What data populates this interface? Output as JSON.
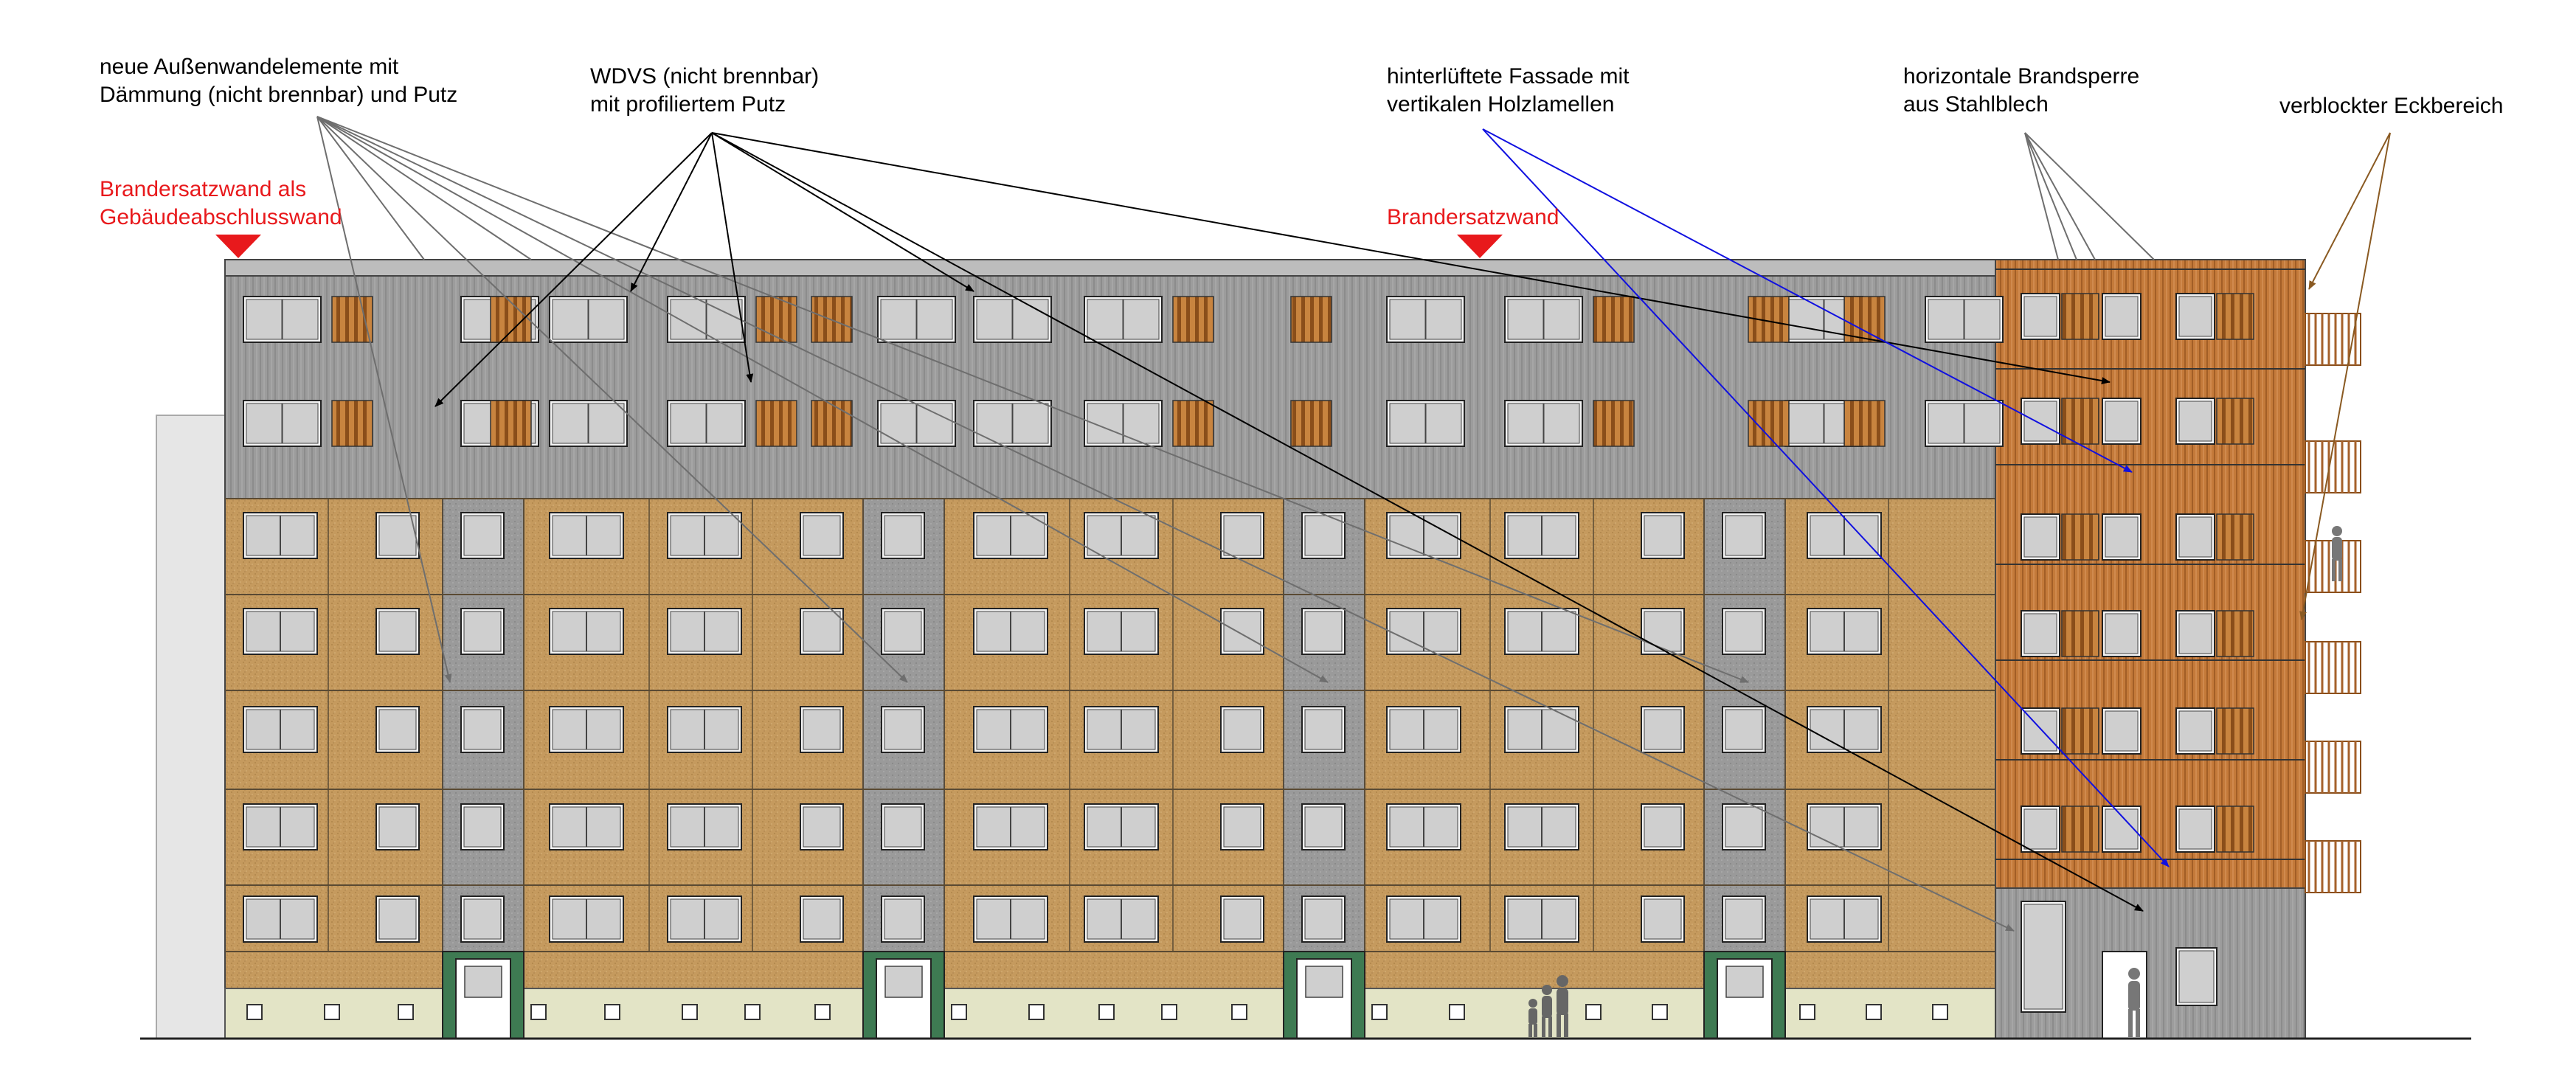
{
  "labels": {
    "outer_walls": {
      "line1": "neue Außenwandelemente mit",
      "line2": "Dämmung (nicht brennbar) und Putz"
    },
    "wdvs": {
      "line1": "WDVS (nicht brennbar)",
      "line2": "mit profiliertem Putz"
    },
    "ventilated": {
      "line1": "hinterlüftete Fassade mit",
      "line2": "vertikalen Holzlamellen"
    },
    "fire_barrier": {
      "line1": "horizontale Brandsperre",
      "line2": "aus Stahlblech"
    },
    "corner": {
      "line1": "verblockter Eckbereich"
    },
    "fire_wall_end": {
      "line1": "Brandersatzwand als",
      "line2": "Gebäudeabschlusswand"
    },
    "fire_wall_mid": {
      "line1": "Brandersatzwand"
    }
  },
  "colors": {
    "plaster_ochre": "#c59a5e",
    "wdvs_gray": "#9a9a9a",
    "timber": "#c47a3a",
    "base_zone": "#e3e4c6",
    "door_frame_green": "#3e7a52",
    "fire_marker_red": "#e8191c",
    "arrow_black": "#000000",
    "arrow_gray": "#6e6e6e",
    "arrow_blue": "#1010e0",
    "arrow_brown": "#8a5a22",
    "neighbor_building": "#e6e6e6"
  },
  "icons": {
    "fire_marker": "red-down-triangle",
    "people": "pedestrian-silhouette-group",
    "window": "two-pane-window"
  }
}
